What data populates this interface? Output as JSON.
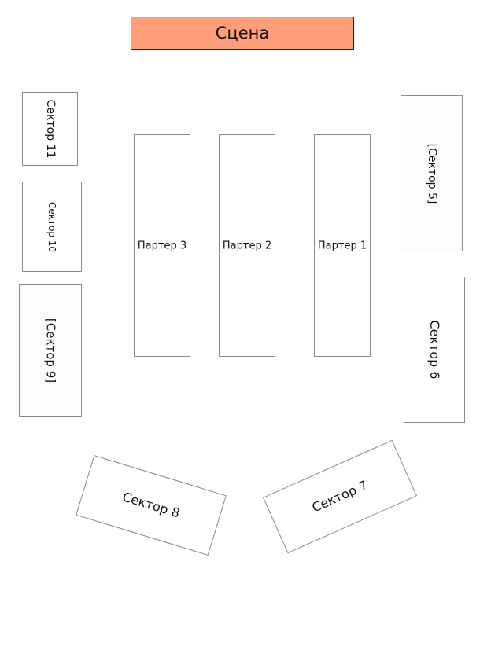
{
  "stage": {
    "label": "Сцена",
    "color": "#ff9e78"
  },
  "parterre": [
    {
      "label": "Партер 3"
    },
    {
      "label": "Партер 2"
    },
    {
      "label": "Партер 1"
    }
  ],
  "sectors": {
    "s5": "[Сектор 5]",
    "s6": "Сектор 6",
    "s7": "Сектор 7",
    "s8": "Сектор 8",
    "s9": "[Сектор 9]",
    "s10": "Сектор 10",
    "s11": "Сектор 11"
  }
}
